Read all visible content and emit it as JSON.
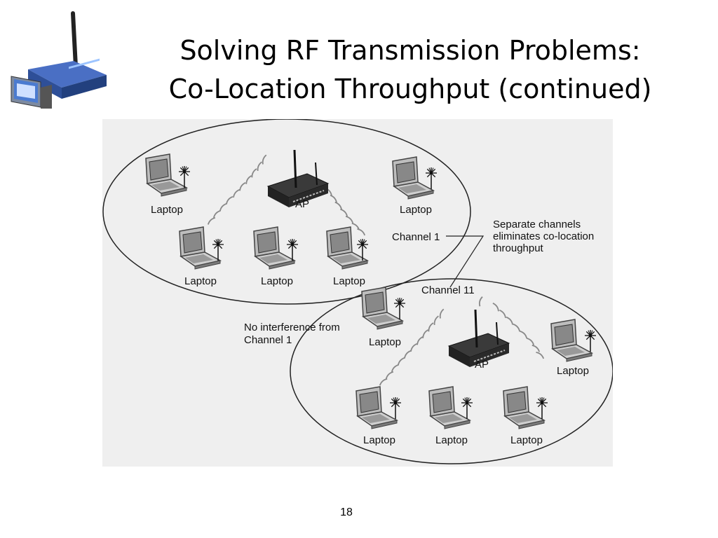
{
  "title": {
    "line1": "Solving RF Transmission Problems:",
    "line2": "Co-Location Throughput (continued)"
  },
  "diagram": {
    "cell1": {
      "ap_label": "AP",
      "channel_label": "Channel 1",
      "laptops": [
        "Laptop",
        "Laptop",
        "Laptop",
        "Laptop",
        "Laptop"
      ]
    },
    "cell2": {
      "ap_label": "AP",
      "channel_label": "Channel 11",
      "laptops": [
        "Laptop",
        "Laptop",
        "Laptop",
        "Laptop",
        "Laptop"
      ]
    },
    "callout_separate": [
      "Separate channels",
      "eliminates co-location",
      "throughput"
    ],
    "callout_interference": [
      "No interference from",
      "Channel 1"
    ]
  },
  "page_number": "18",
  "icons": {
    "logo": "wireless-router-icon",
    "laptop": "laptop-icon",
    "access_point": "access-point-icon",
    "signal": "signal-burst-icon"
  },
  "colors": {
    "diagram_background": "#efefef",
    "router_body": "#2f2f2f",
    "logo_router": "#3a5fb0"
  }
}
